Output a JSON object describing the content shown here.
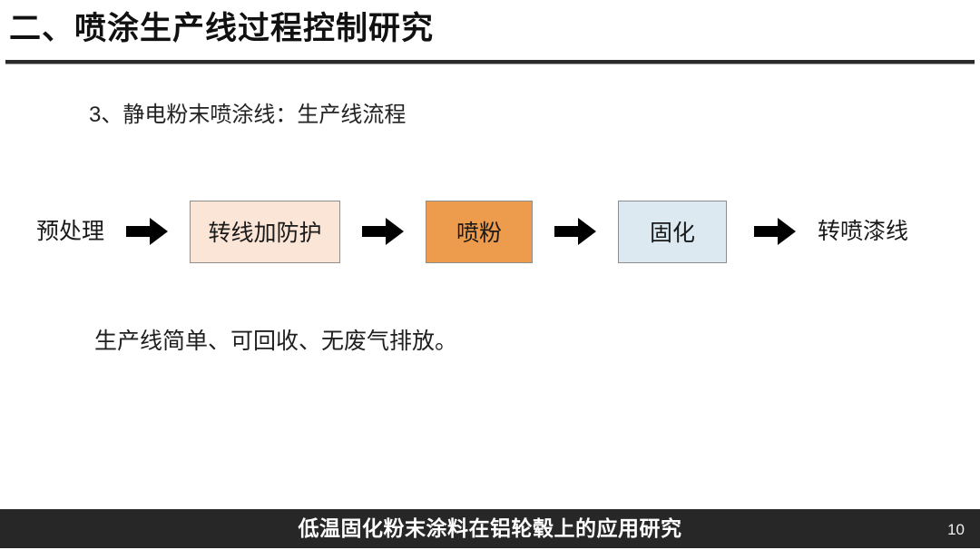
{
  "slide": {
    "title": "二、喷涂生产线过程控制研究",
    "subtitle": "3、静电粉末喷涂线：生产线流程",
    "body_line": "生产线简单、可回收、无废气排放。"
  },
  "flow": {
    "start_label": "预处理",
    "end_label": "转喷漆线",
    "arrow_icon": "right-arrow-icon",
    "steps": [
      {
        "label": "转线加防护",
        "fill": "#FBE5D6",
        "border": "#8D8D8D"
      },
      {
        "label": "喷粉",
        "fill": "#ED9B4D",
        "border": "#8D8D8D"
      },
      {
        "label": "固化",
        "fill": "#DCE9F1",
        "border": "#8D8D8D"
      }
    ]
  },
  "footer": {
    "title": "低温固化粉末涂料在铝轮毂上的应用研究",
    "page_number": "10",
    "background": "#272727"
  }
}
